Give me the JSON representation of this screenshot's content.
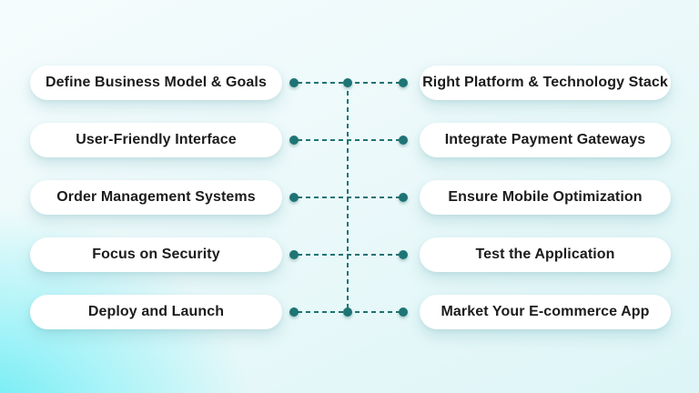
{
  "colors": {
    "accent_teal": "#1e7474",
    "card_background": "#ffffff",
    "text": "#1c1c1c",
    "background_glow_cyan": "#66ebf4"
  },
  "steps": [
    {
      "left": "Define Business Model & Goals",
      "right": "Right Platform & Technology Stack"
    },
    {
      "left": "User-Friendly Interface",
      "right": "Integrate Payment Gateways"
    },
    {
      "left": "Order Management Systems",
      "right": "Ensure Mobile Optimization"
    },
    {
      "left": "Focus on Security",
      "right": "Test the Application"
    },
    {
      "left": "Deploy and Launch",
      "right": "Market Your E-commerce App"
    }
  ]
}
